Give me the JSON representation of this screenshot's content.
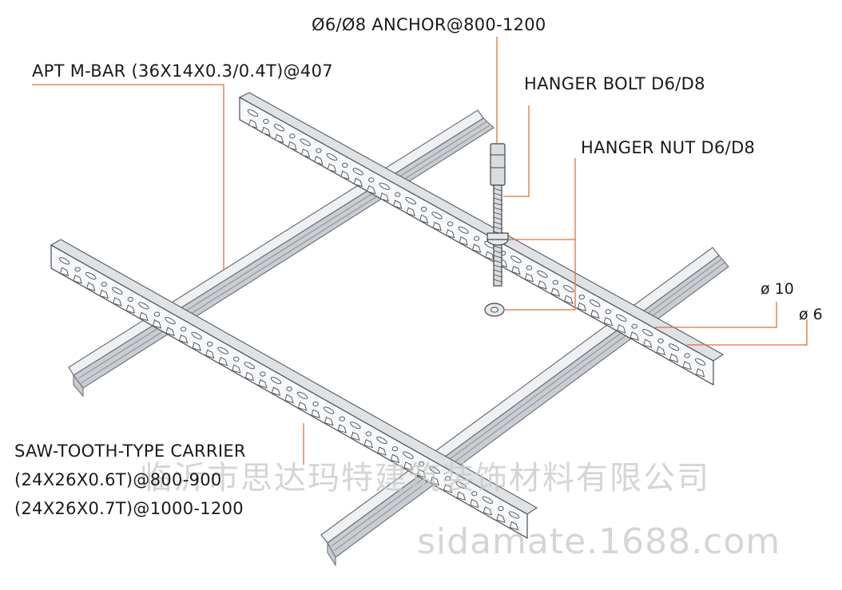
{
  "labels": {
    "anchor": "Ø6/Ø8 ANCHOR@800-1200",
    "m_bar": "APT M-BAR (36X14X0.3/0.4T)@407",
    "hanger_bolt": "HANGER BOLT D6/D8",
    "hanger_nut": "HANGER NUT D6/D8",
    "dia10": "ø 10",
    "dia6": "ø 6",
    "carrier_title": "SAW-TOOTH-TYPE CARRIER",
    "carrier_spec1": "(24X26X0.6T)@800-900",
    "carrier_spec2": "(24X26X0.7T)@1000-1200"
  },
  "watermark": {
    "company": "临沂市思达玛特建筑装饰材料有限公司",
    "site": "sidamate.1688.com"
  },
  "colors": {
    "leader": "#e0703a",
    "metal_light": "#eef0f2",
    "metal_shade": "#c9cdd2",
    "outline": "#55595e",
    "watermark": "#c8c8c8"
  }
}
